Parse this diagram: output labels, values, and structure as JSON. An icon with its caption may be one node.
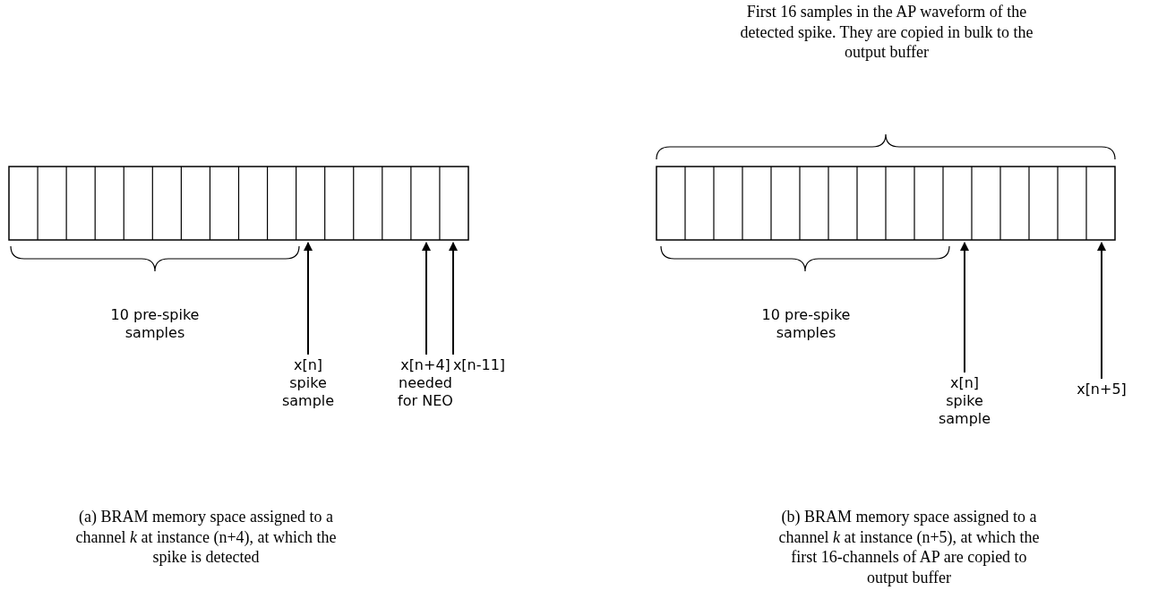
{
  "diagram": {
    "nodes": [
      {
        "text": [],
        "shape": "box"
      },
      {
        "text": [
          "x[n] spike sample"
        ]
      },
      {
        "text": [
          "x[n+4] needed for NEO"
        ]
      },
      {
        "text": [
          "x[n-11]"
        ]
      },
      {
        "text": [],
        "shape": "box"
      },
      {
        "text": [
          "x[n] spike sample"
        ]
      },
      {
        "text": [
          "x[n+5]"
        ]
      }
    ],
    "edges": [
      {
        "from": 1,
        "to": 0,
        "arrow": "to"
      },
      {
        "from": 2,
        "to": 0,
        "arrow": "to"
      },
      {
        "from": 3,
        "to": 0,
        "arrow": "to"
      },
      {
        "from": 5,
        "to": 4,
        "arrow": "to"
      },
      {
        "from": 6,
        "to": 4,
        "arrow": "to"
      }
    ],
    "labels": [
      "First 16 samples in the AP waveform of the detected spike. They are copied in bulk to the output buffer",
      "10 pre-spike samples",
      "10 pre-spike samples",
      "(a) BRAM memory space assigned to a channel *k* at instance (n+4), at which the spike is detected",
      "(b) BRAM memory space assigned to a channel *k* at instance (n+5), at which the first 16-channels of AP are copied to output buffer"
    ]
  }
}
